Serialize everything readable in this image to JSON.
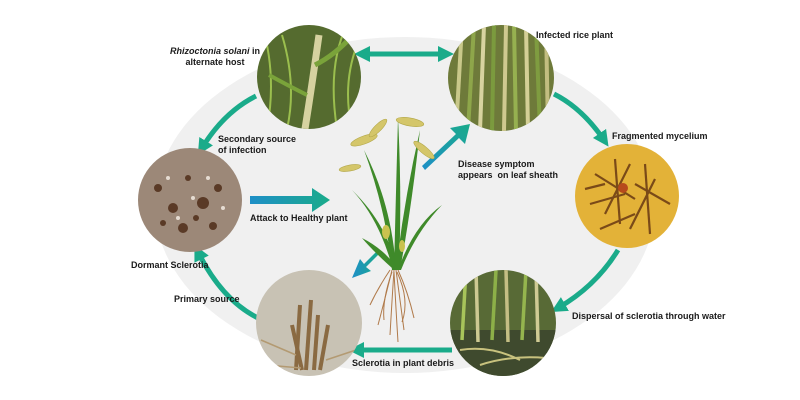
{
  "colors": {
    "cycle_arrow": "#1aab8a",
    "infection_arrow": "#1e8fc7",
    "background_oval": "#f0f0f0"
  },
  "stages": {
    "alternate_host": {
      "label_italic": "Rhizoctonia solani",
      "label_rest": " in",
      "label_line2": "alternate host",
      "icon": "grass-host-photo"
    },
    "infected_plant": {
      "label": "Infected rice plant",
      "icon": "infected-rice-photo"
    },
    "mycelium": {
      "label": "Fragmented mycelium",
      "icon": "mycelium-microscope-photo"
    },
    "water": {
      "label": "Dispersal of sclerotia through water",
      "icon": "water-field-photo"
    },
    "debris": {
      "label": "Sclerotia in plant debris",
      "icon": "plant-debris-photo"
    },
    "dormant": {
      "label": "Dormant Sclerotia",
      "icon": "sclerotia-soil-photo"
    }
  },
  "annotations": {
    "secondary_line1": "Secondary source",
    "secondary_line2": "of infection",
    "primary": "Primary source",
    "attack": "Attack to Healthy plant",
    "symptom_line1": "Disease symptom",
    "symptom_line2": "appears  on leaf sheath"
  },
  "center_plant": {
    "icon": "rice-plant-illustration"
  }
}
